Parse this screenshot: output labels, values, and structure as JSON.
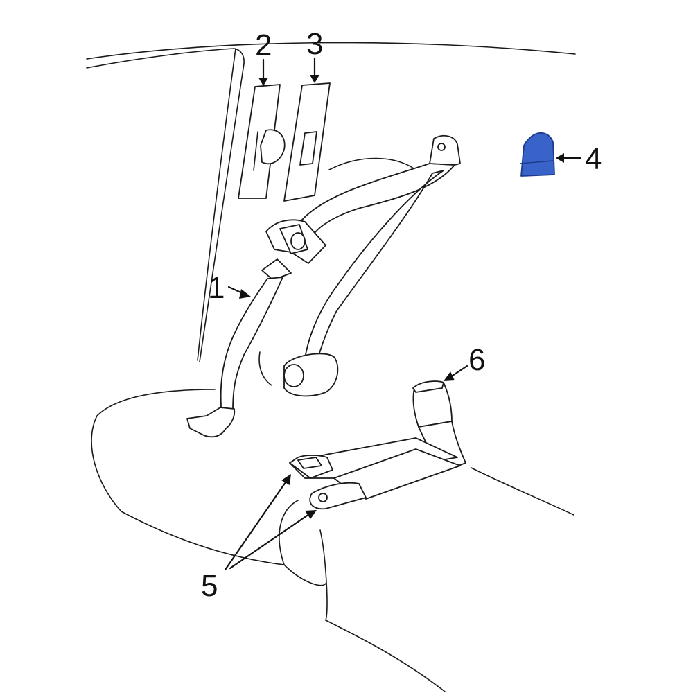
{
  "callouts": {
    "c1": "1",
    "c2": "2",
    "c3": "3",
    "c4": "4",
    "c5": "5",
    "c6": "6"
  },
  "colors": {
    "highlight": "#3a63c9",
    "highlight_stroke": "#1d3a8c",
    "line": "#1a1a1a"
  },
  "highlighted_part": "4"
}
